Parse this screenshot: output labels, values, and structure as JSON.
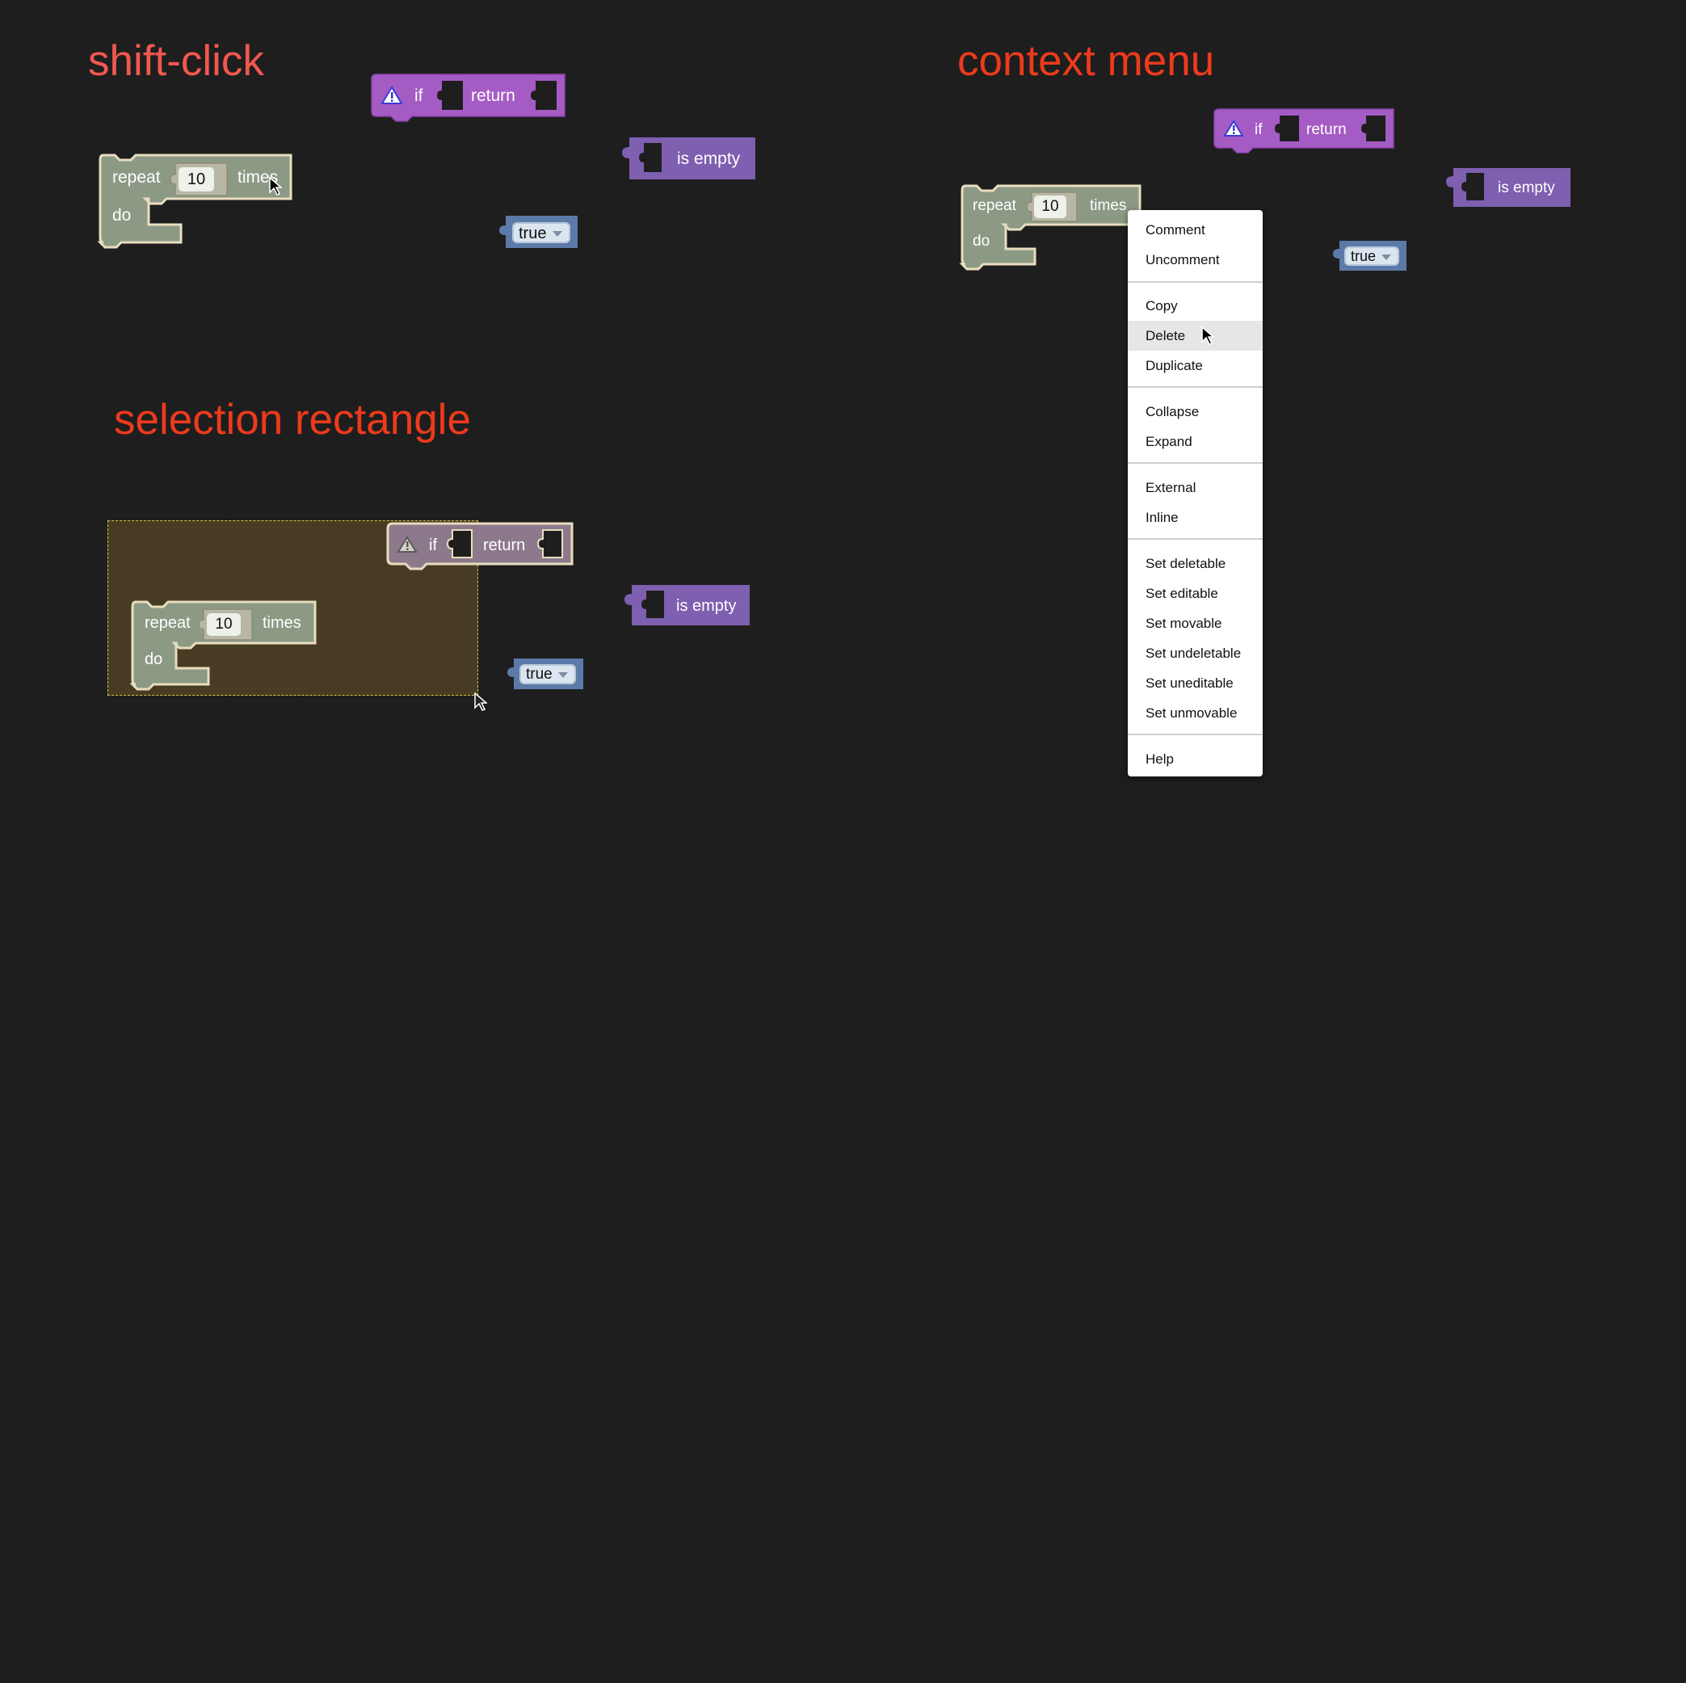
{
  "sections": {
    "shift_click": {
      "title": "shift-click"
    },
    "context_menu": {
      "title": "context menu"
    },
    "selection_rectangle": {
      "title": "selection rectangle"
    }
  },
  "colors": {
    "background": "#1e1e1e",
    "heading_shift_click": "#f0584f",
    "heading": "#ee3a1c",
    "loop_block": "#8c9a85",
    "selected_outline": "#e9ddbf",
    "procedure_block": "#a55bc4",
    "list_block": "#7e5fb0",
    "logic_block": "#5c7aa8",
    "menu_highlight": "#e6e6e6"
  },
  "blocks": {
    "repeat": {
      "keyword": "repeat",
      "count": "10",
      "suffix": "times",
      "do_label": "do"
    },
    "if_return": {
      "warning_icon": "warning-triangle-icon",
      "if_label": "if",
      "return_label": "return"
    },
    "is_empty": {
      "label": "is empty"
    },
    "boolean": {
      "value": "true",
      "dropdown_icon": "dropdown-arrow-icon"
    }
  },
  "context_menu": {
    "groups": [
      [
        {
          "label": "Comment"
        },
        {
          "label": "Uncomment"
        }
      ],
      [
        {
          "label": "Copy"
        },
        {
          "label": "Delete",
          "highlighted": true
        },
        {
          "label": "Duplicate"
        }
      ],
      [
        {
          "label": "Collapse"
        },
        {
          "label": "Expand"
        }
      ],
      [
        {
          "label": "External"
        },
        {
          "label": "Inline"
        }
      ],
      [
        {
          "label": "Set deletable"
        },
        {
          "label": "Set editable"
        },
        {
          "label": "Set movable"
        },
        {
          "label": "Set undeletable"
        },
        {
          "label": "Set uneditable"
        },
        {
          "label": "Set unmovable"
        }
      ],
      [
        {
          "label": "Help"
        }
      ]
    ]
  }
}
